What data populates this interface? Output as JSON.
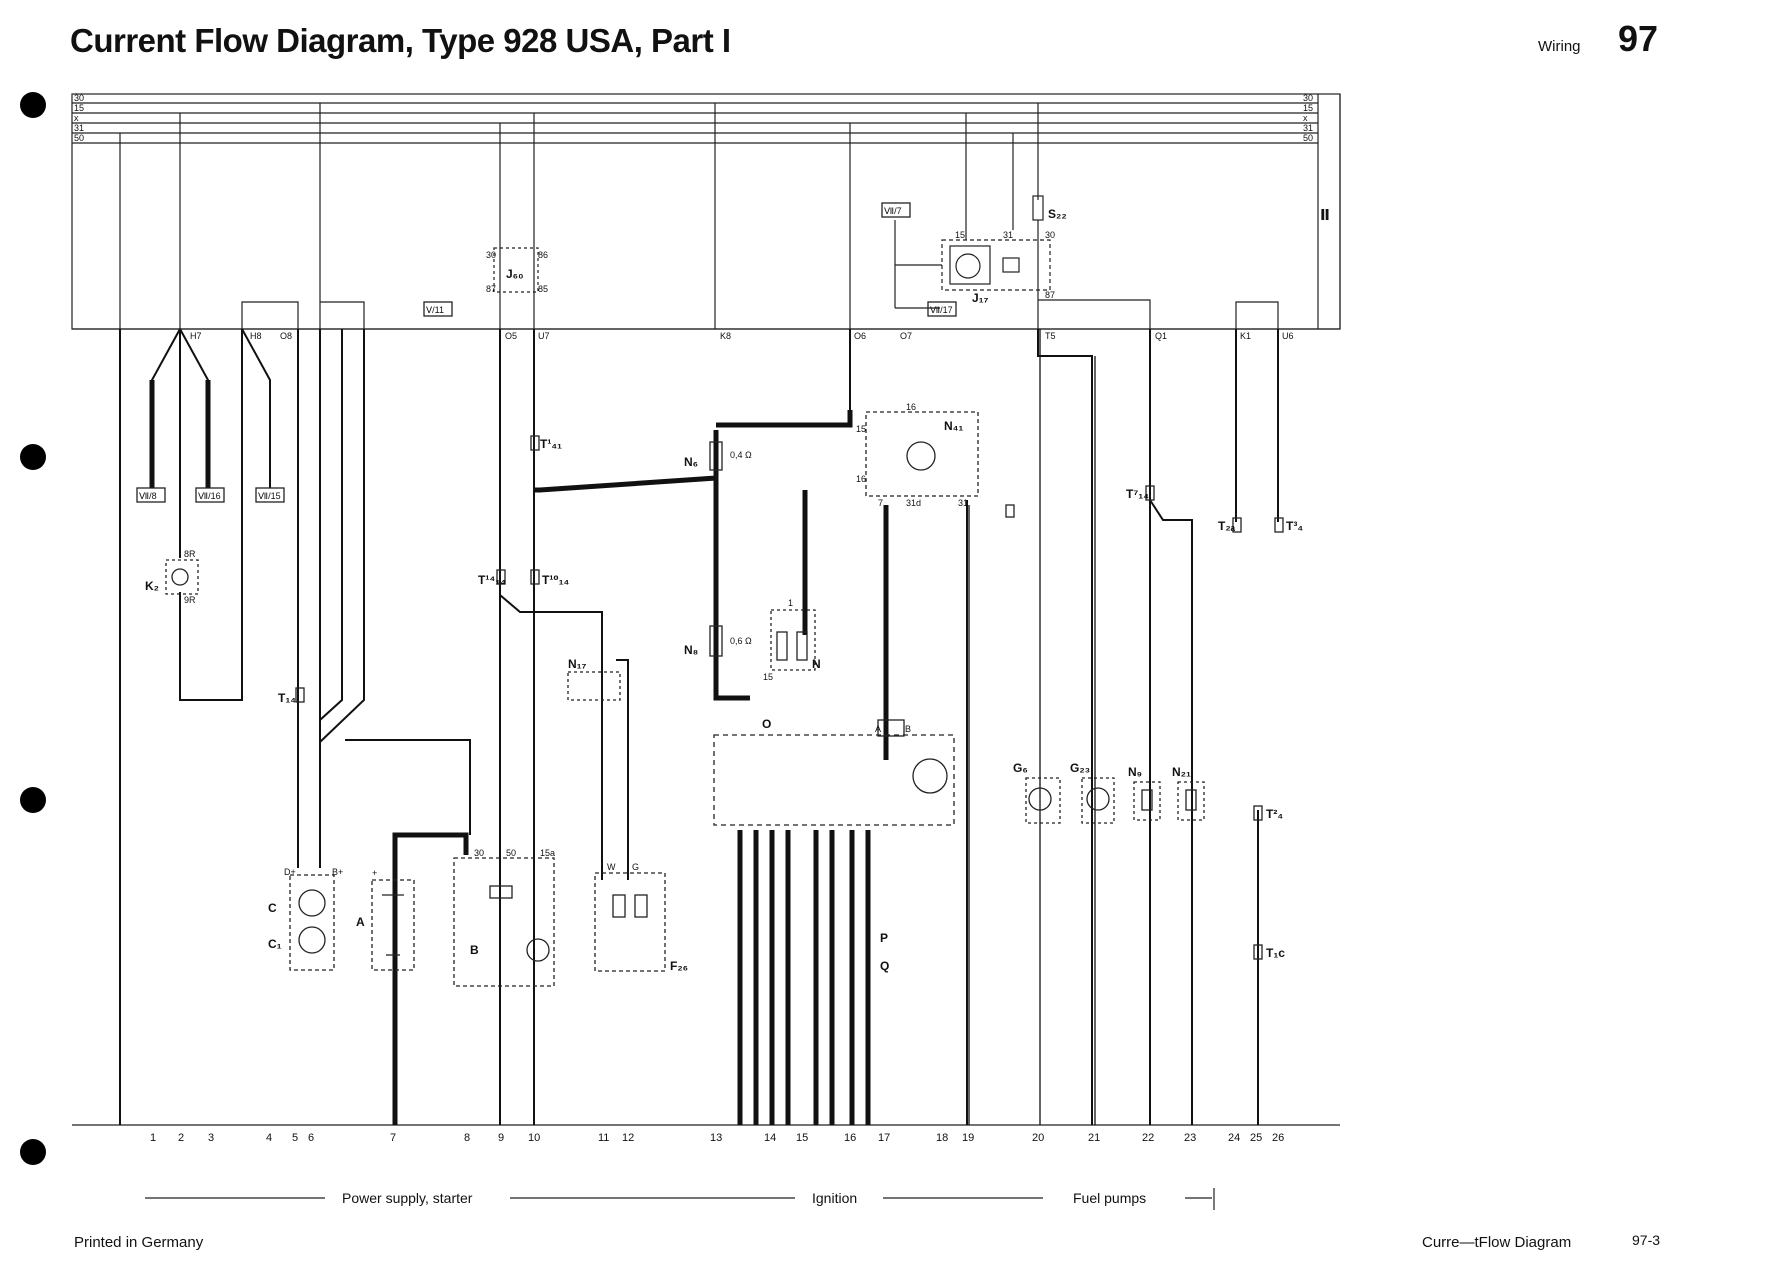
{
  "header": {
    "title": "Current Flow Diagram, Type 928 USA, Part I",
    "section": "Wiring",
    "page_number": "97"
  },
  "footer": {
    "printed": "Printed in Germany",
    "doc_name": "Curre—tFlow Diagram",
    "doc_page": "97-3"
  },
  "bus": {
    "left": [
      "30",
      "15",
      "x",
      "31",
      "50"
    ],
    "right": [
      "30",
      "15",
      "x",
      "31",
      "50"
    ],
    "part": "Ⅱ"
  },
  "connectors": [
    "H7",
    "H8",
    "O8",
    "O5",
    "U7",
    "K8",
    "O6",
    "O7",
    "T5",
    "Q1",
    "K1",
    "U6"
  ],
  "refs": {
    "r1": "Ⅶ/8",
    "r2": "Ⅶ/16",
    "r3": "Ⅶ/15",
    "r4": "Ⅴ/11",
    "r5": "Ⅶ/7",
    "r6": "Ⅶ/17"
  },
  "components": {
    "K2": "K₂",
    "T14": "T₁₄",
    "C": "C",
    "C1": "C₁",
    "A": "A",
    "B": "B",
    "J60": "J₆₀",
    "T1": "T¹₄₁",
    "T14a": "T¹⁴₁₄",
    "T14b": "T¹⁰₁₄",
    "N17": "N₁₇",
    "F26": "F₂₆",
    "N6": "N₆",
    "N8": "N₈",
    "N": "N",
    "O": "O",
    "P": "P",
    "Q": "Q",
    "N41": "N₄₁",
    "J17": "J₁₇",
    "S22": "S₂₂",
    "G6": "G₆",
    "G23": "G₂₃",
    "N9": "N₉",
    "N21": "N₂₁",
    "T14c": "T⁷₁₄",
    "T2a": "T₂ₐ",
    "T4a": "T³₄",
    "T4b": "T²₄",
    "T1c": "T₁c"
  },
  "pins": {
    "p30": "30",
    "p86": "86",
    "p87": "87",
    "p85": "85",
    "p15": "15",
    "p31": "31",
    "p30b": "30",
    "p87b": "87",
    "p16": "16",
    "p15b": "15",
    "p16b": "16",
    "p7": "7",
    "p31d": "31d",
    "p31b": "31",
    "dplus": "D+",
    "bplus": "B+",
    "plus": "+",
    "t30": "30",
    "t50": "50",
    "t15a": "15a",
    "w": "W",
    "g": "G",
    "a": "A",
    "b": "B",
    "one": "1",
    "fifteen": "15",
    "r04": "0,4 Ω",
    "r06": "0,6 Ω",
    "x8R": "8R",
    "x9R": "9R"
  },
  "current_tracks": [
    "1",
    "2",
    "3",
    "4",
    "5",
    "6",
    "7",
    "8",
    "9",
    "10",
    "11",
    "12",
    "13",
    "14",
    "15",
    "16",
    "17",
    "18",
    "19",
    "20",
    "21",
    "22",
    "23",
    "24",
    "25",
    "26"
  ],
  "sections": [
    {
      "label": "Power supply, starter"
    },
    {
      "label": "Ignition"
    },
    {
      "label": "Fuel pumps"
    }
  ]
}
